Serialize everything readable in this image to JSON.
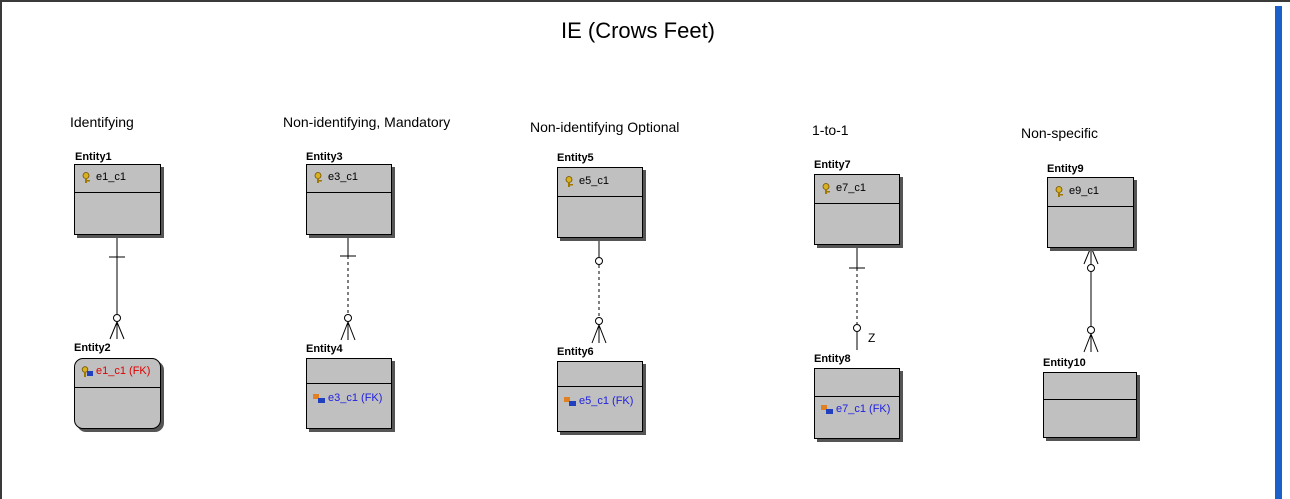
{
  "title": "IE (Crows Feet)",
  "sections": [
    {
      "label": "Identifying"
    },
    {
      "label": "Non-identifying, Mandatory"
    },
    {
      "label": "Non-identifying Optional"
    },
    {
      "label": "1-to-1"
    },
    {
      "label": "Non-specific"
    }
  ],
  "entities": {
    "e1": {
      "name": "Entity1",
      "attr": "e1_c1"
    },
    "e2": {
      "name": "Entity2",
      "attr": "e1_c1 (FK)"
    },
    "e3": {
      "name": "Entity3",
      "attr": "e3_c1"
    },
    "e4": {
      "name": "Entity4",
      "attr": "e3_c1 (FK)"
    },
    "e5": {
      "name": "Entity5",
      "attr": "e5_c1"
    },
    "e6": {
      "name": "Entity6",
      "attr": "e5_c1 (FK)"
    },
    "e7": {
      "name": "Entity7",
      "attr": "e7_c1"
    },
    "e8": {
      "name": "Entity8",
      "attr": "e7_c1 (FK)"
    },
    "e9": {
      "name": "Entity9",
      "attr": "e9_c1"
    },
    "e10": {
      "name": "Entity10",
      "attr": ""
    }
  },
  "relationships": {
    "one_to_one_label": "Z"
  },
  "icons": {
    "primary_key": "key-icon",
    "foreign_key": "foreign-key-icon",
    "pk_fk": "primary-foreign-key-icon"
  },
  "colors": {
    "entity_fill": "#c0c0c0",
    "fk_identifying_text": "#e00000",
    "fk_text": "#2020e0",
    "pk_text": "#000000",
    "frame_right": "#1a60c8"
  }
}
